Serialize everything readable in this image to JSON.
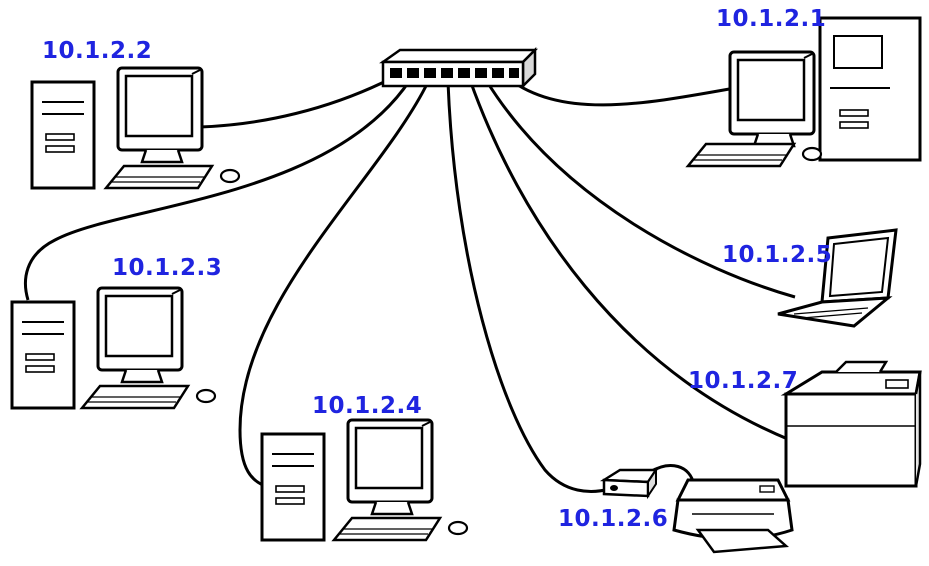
{
  "hosts": {
    "pc1": {
      "ip": "10.1.2.1"
    },
    "pc2": {
      "ip": "10.1.2.2"
    },
    "pc3": {
      "ip": "10.1.2.3"
    },
    "pc4": {
      "ip": "10.1.2.4"
    },
    "laptop5": {
      "ip": "10.1.2.5"
    },
    "printer6": {
      "ip": "10.1.2.6"
    },
    "printer7": {
      "ip": "10.1.2.7"
    }
  },
  "colors": {
    "label": "#1f24e0",
    "line": "#000000",
    "fill": "#ffffff",
    "gray": "#e6e6e6"
  },
  "icons": [
    "network-switch-icon",
    "desktop-computer-icon",
    "laptop-icon",
    "inkjet-printer-icon",
    "laser-printer-icon",
    "print-server-icon"
  ]
}
